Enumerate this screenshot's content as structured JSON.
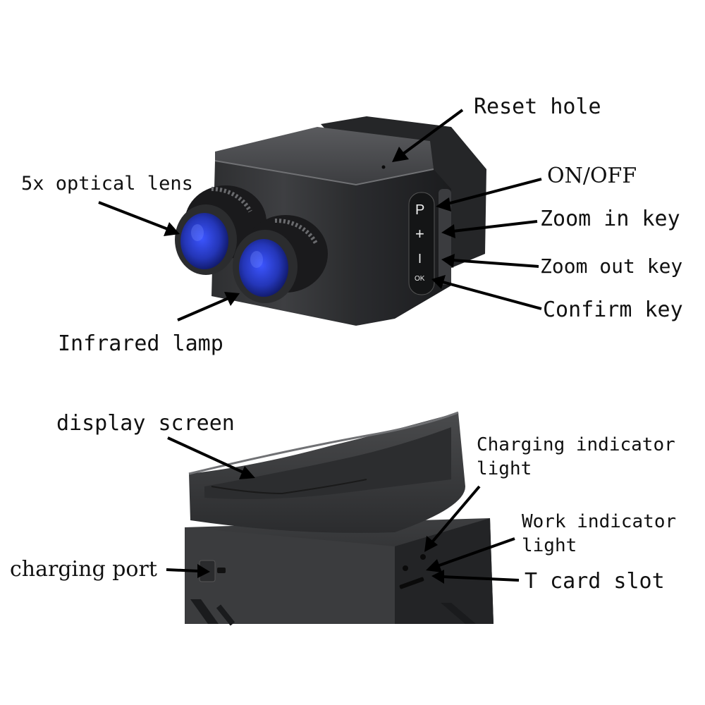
{
  "top_labels": {
    "reset_hole": "Reset hole",
    "optical_lens": "5x optical lens",
    "on_off": "ON/OFF",
    "zoom_in": "Zoom in key",
    "zoom_out": "Zoom out key",
    "confirm": "Confirm key",
    "infrared_lamp": "Infrared lamp"
  },
  "bottom_labels": {
    "display_screen": "display screen",
    "charging_indicator_1": "Charging indicator",
    "charging_indicator_2": "light",
    "work_indicator_1": "Work indicator",
    "work_indicator_2": "light",
    "charging_port": "charging port",
    "t_card_slot": "T card slot"
  },
  "keypad": {
    "p": "P",
    "plus": "+",
    "minus": "I",
    "ok": "OK"
  },
  "colors": {
    "body": "#3a3b3d",
    "body_dark": "#1f2022",
    "lens_blue": "#2b3ec4",
    "text": "#111111"
  }
}
